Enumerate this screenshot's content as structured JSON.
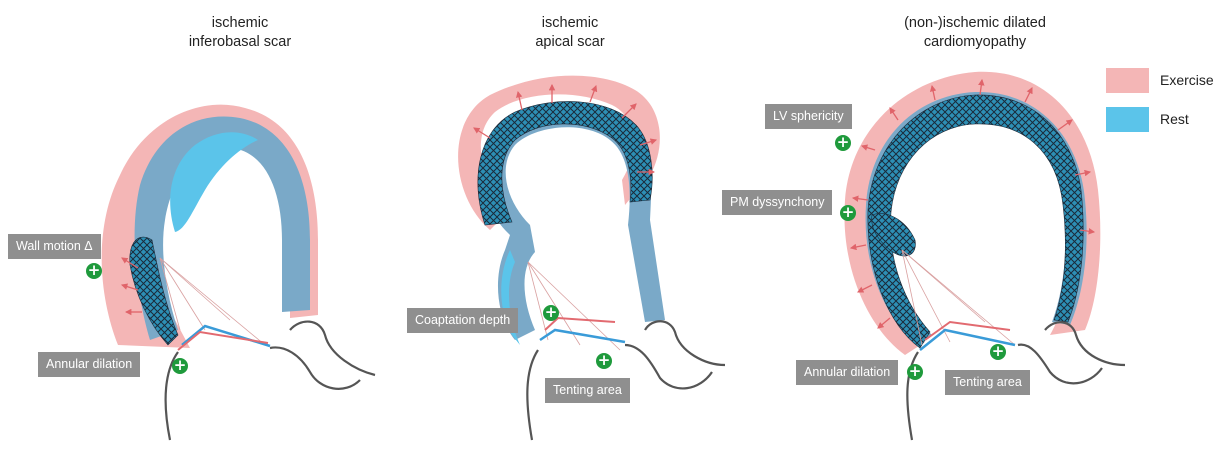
{
  "panels": [
    {
      "title_line1": "ischemic",
      "title_line2": "inferobasal scar"
    },
    {
      "title_line1": "ischemic",
      "title_line2": "apical scar"
    },
    {
      "title_line1": "(non-)ischemic dilated",
      "title_line2": "cardiomyopathy"
    }
  ],
  "labels": {
    "wall_motion": "Wall motion Δ",
    "annular_dilation_1": "Annular dilation",
    "coaptation_depth": "Coaptation depth",
    "tenting_area_2": "Tenting area",
    "lv_sphericity": "LV sphericity",
    "pm_dyssynchony": "PM dyssynchony",
    "annular_dilation_3": "Annular dilation",
    "tenting_area_3": "Tenting area"
  },
  "plus_symbol": "+",
  "legend": [
    {
      "label": "Exercise",
      "color": "#f4b6b6"
    },
    {
      "label": "Rest",
      "color": "#5bc4ea"
    }
  ],
  "colors": {
    "exercise": "#f4b6b6",
    "rest_wall": "#7aa9c8",
    "rest_inner": "#5bc4ea",
    "arrow": "#e0646a",
    "leaflet_blue": "#3a9bd8",
    "leaflet_red": "#e26a70",
    "outline": "#555555",
    "label_bg": "#8f8f8f",
    "plus_green": "#1f9a3c"
  }
}
